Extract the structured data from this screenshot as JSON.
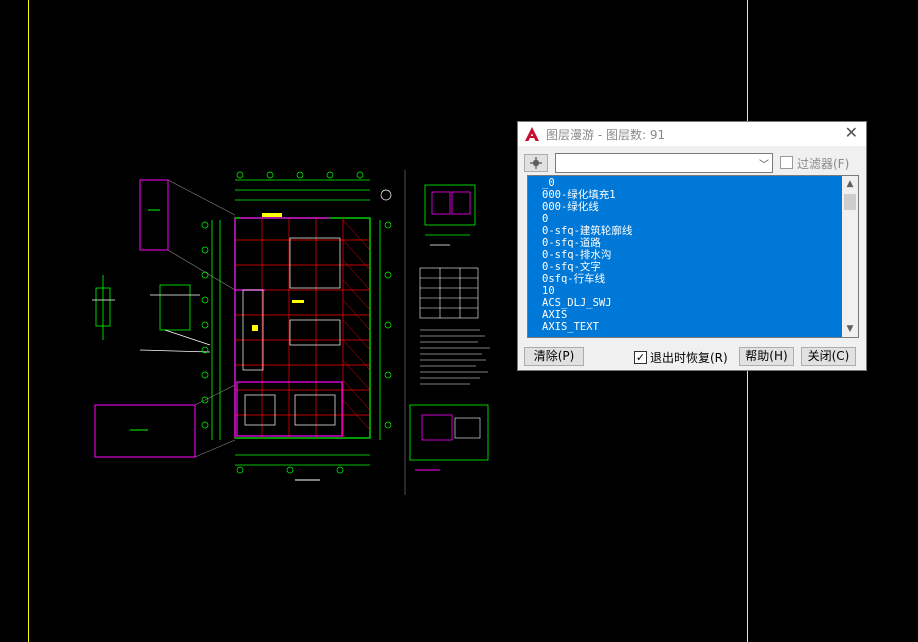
{
  "dialog": {
    "title": "图层漫游 - 图层数: 91",
    "app_icon": "autocad-logo-icon",
    "combo_value": "",
    "filter_label": "过滤器(F)",
    "filter_checked": false,
    "layers": [
      "_0",
      "000-绿化填充1",
      "000-绿化线",
      "0",
      "0-sfq-建筑轮廓线",
      "0-sfq-道路",
      "0-sfq-排水沟",
      "0-sfq-文字",
      "0sfq-行车线",
      "10",
      "ACS_DLJ_SWJ",
      "AXIS",
      "AXIS_TEXT"
    ],
    "clear_label": "清除(P)",
    "restore_label": "退出时恢复(R)",
    "restore_checked": true,
    "help_label": "帮助(H)",
    "close_label": "关闭(C)"
  },
  "colors": {
    "canvas_bg": "#000000",
    "boundary": "#ffff00",
    "list_highlight": "#0078d7",
    "cad_green": "#00ff00",
    "cad_magenta": "#ff00ff",
    "cad_red": "#ff0000",
    "cad_white": "#ffffff"
  }
}
